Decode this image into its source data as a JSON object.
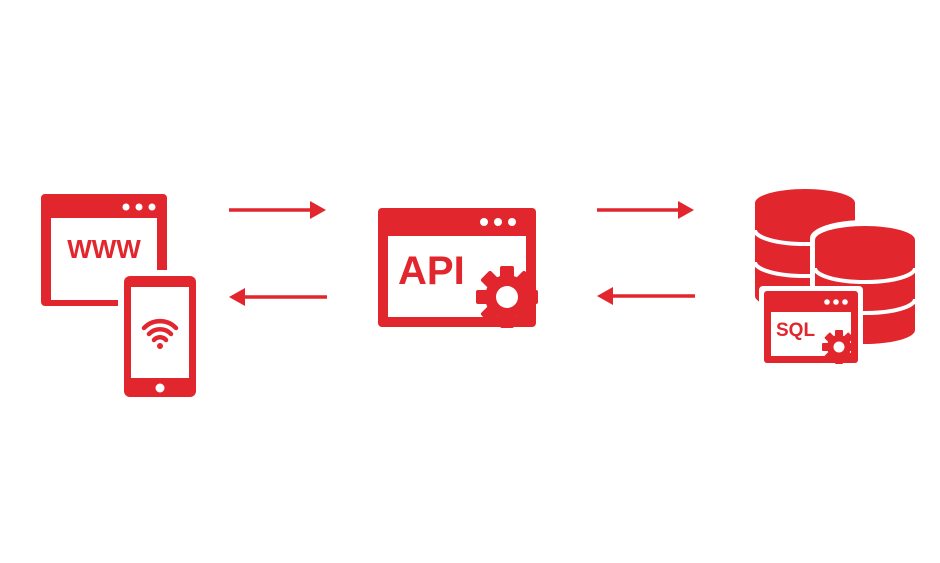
{
  "colors": {
    "accent": "#e1262d",
    "background": "#ffffff"
  },
  "client": {
    "browser_label": "WWW",
    "icons": [
      "browser-window-icon",
      "smartphone-icon",
      "wifi-icon"
    ]
  },
  "api": {
    "label": "API",
    "icons": [
      "api-window-icon",
      "gear-icon"
    ]
  },
  "database": {
    "label": "SQL",
    "icons": [
      "database-icon",
      "sql-window-icon",
      "gear-icon"
    ]
  },
  "arrows": [
    {
      "name": "request-client-to-api",
      "direction": "right"
    },
    {
      "name": "response-api-to-client",
      "direction": "left"
    },
    {
      "name": "request-api-to-db",
      "direction": "right"
    },
    {
      "name": "response-db-to-api",
      "direction": "left"
    }
  ]
}
